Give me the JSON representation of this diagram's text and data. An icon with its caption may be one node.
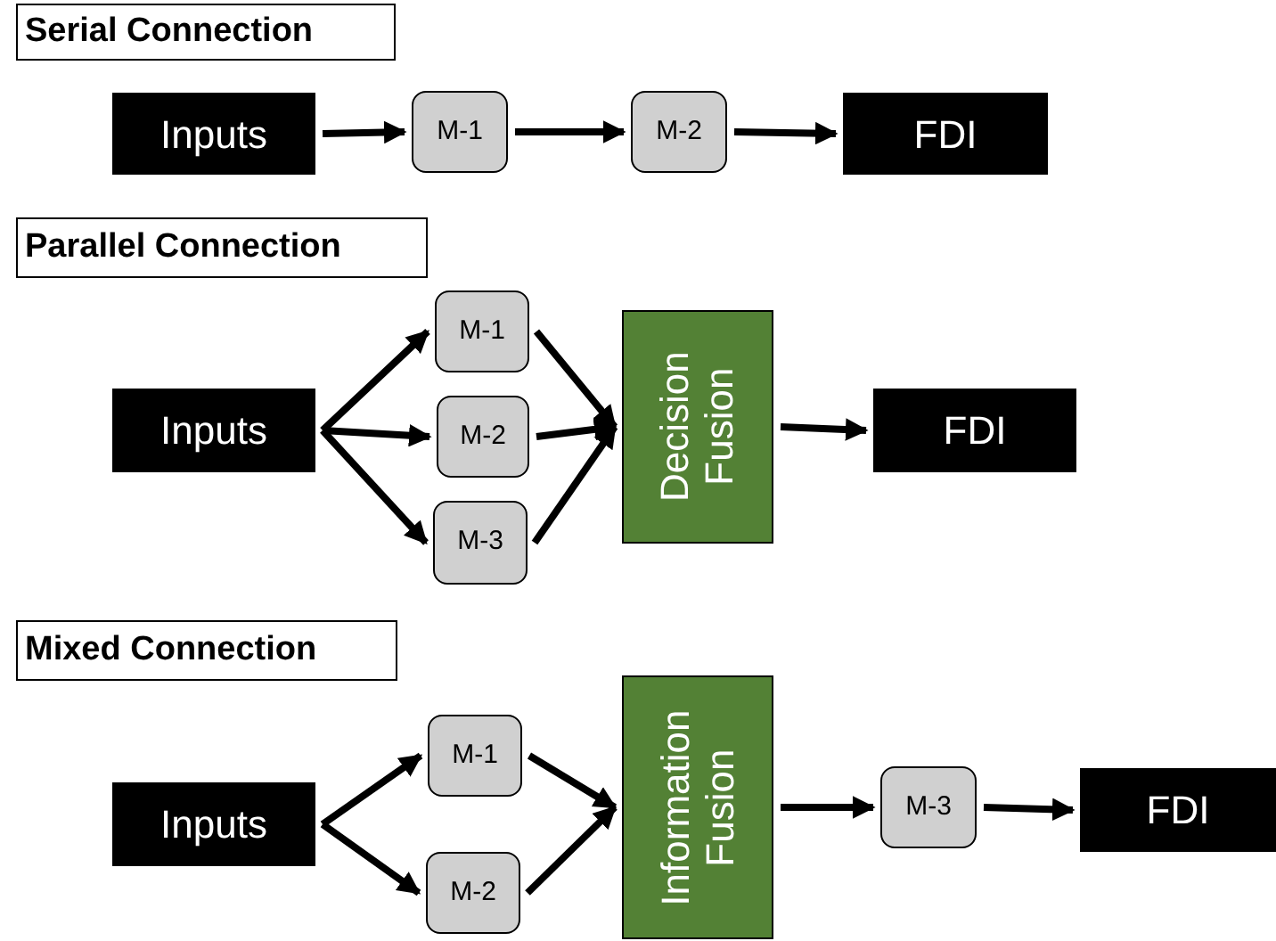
{
  "diagram": {
    "nodes": [
      {
        "text": [
          "Serial Connection"
        ]
      },
      {
        "text": [
          "Inputs"
        ]
      },
      {
        "text": [
          "M-1"
        ]
      },
      {
        "text": [
          "M-2"
        ]
      },
      {
        "text": [
          "FDI"
        ]
      },
      {
        "text": [
          "Parallel Connection"
        ]
      },
      {
        "text": [
          "Inputs"
        ]
      },
      {
        "text": [
          "M-1"
        ]
      },
      {
        "text": [
          "M-2"
        ]
      },
      {
        "text": [
          "M-3"
        ]
      },
      {
        "text": [
          "Decision Fusion"
        ]
      },
      {
        "text": [
          "FDI"
        ]
      },
      {
        "text": [
          "Mixed Connection"
        ]
      },
      {
        "text": [
          "Inputs"
        ]
      },
      {
        "text": [
          "M-1"
        ]
      },
      {
        "text": [
          "M-2"
        ]
      },
      {
        "text": [
          "Information Fusion"
        ]
      },
      {
        "text": [
          "M-3"
        ]
      },
      {
        "text": [
          "FDI"
        ]
      }
    ],
    "edges": [
      {
        "from": 1,
        "to": 2,
        "arrow": "to"
      },
      {
        "from": 2,
        "to": 3,
        "arrow": "to"
      },
      {
        "from": 3,
        "to": 4,
        "arrow": "to"
      },
      {
        "from": 6,
        "to": 7,
        "arrow": "to"
      },
      {
        "from": 6,
        "to": 8,
        "arrow": "to"
      },
      {
        "from": 6,
        "to": 9,
        "arrow": "to"
      },
      {
        "from": 7,
        "to": 10,
        "arrow": "to"
      },
      {
        "from": 8,
        "to": 10,
        "arrow": "to"
      },
      {
        "from": 9,
        "to": 10,
        "arrow": "to"
      },
      {
        "from": 10,
        "to": 11,
        "arrow": "to"
      },
      {
        "from": 13,
        "to": 14,
        "arrow": "to"
      },
      {
        "from": 13,
        "to": 15,
        "arrow": "to"
      },
      {
        "from": 14,
        "to": 16,
        "arrow": "to"
      },
      {
        "from": 15,
        "to": 16,
        "arrow": "to"
      },
      {
        "from": 16,
        "to": 17,
        "arrow": "to"
      },
      {
        "from": 17,
        "to": 18,
        "arrow": "to"
      }
    ]
  }
}
